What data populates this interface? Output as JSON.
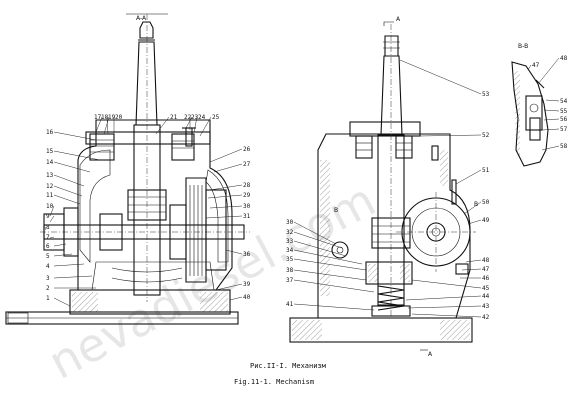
{
  "watermark": "nevadiesel.com",
  "section_labels": {
    "left_top": "A-A",
    "right_top": "A",
    "right_bottom": "A",
    "detail": "B-B",
    "b_mark": "B"
  },
  "caption": {
    "line1": "Рис.II-I. Механизм",
    "line2": "Fig.11-1. Mechanism"
  },
  "left_view_labels_left": [
    "16",
    "15",
    "14",
    "13",
    "12",
    "11",
    "10",
    "9",
    "8",
    "7",
    "6",
    "5",
    "4",
    "3",
    "2",
    "1"
  ],
  "left_view_labels_top": [
    "17",
    "18",
    "19",
    "20",
    "21",
    "22",
    "23",
    "24",
    "25"
  ],
  "left_view_labels_right": [
    "26",
    "27",
    "28",
    "29",
    "30",
    "31",
    "36",
    "39",
    "40"
  ],
  "right_view_labels_left": [
    "30",
    "32",
    "33",
    "34",
    "35",
    "38",
    "37",
    "41"
  ],
  "right_view_labels_right": [
    "53",
    "52",
    "51",
    "50",
    "49",
    "48",
    "47",
    "46",
    "45",
    "44",
    "43",
    "42"
  ],
  "detail_labels": [
    "47",
    "48",
    "54",
    "55",
    "56",
    "57",
    "58"
  ]
}
